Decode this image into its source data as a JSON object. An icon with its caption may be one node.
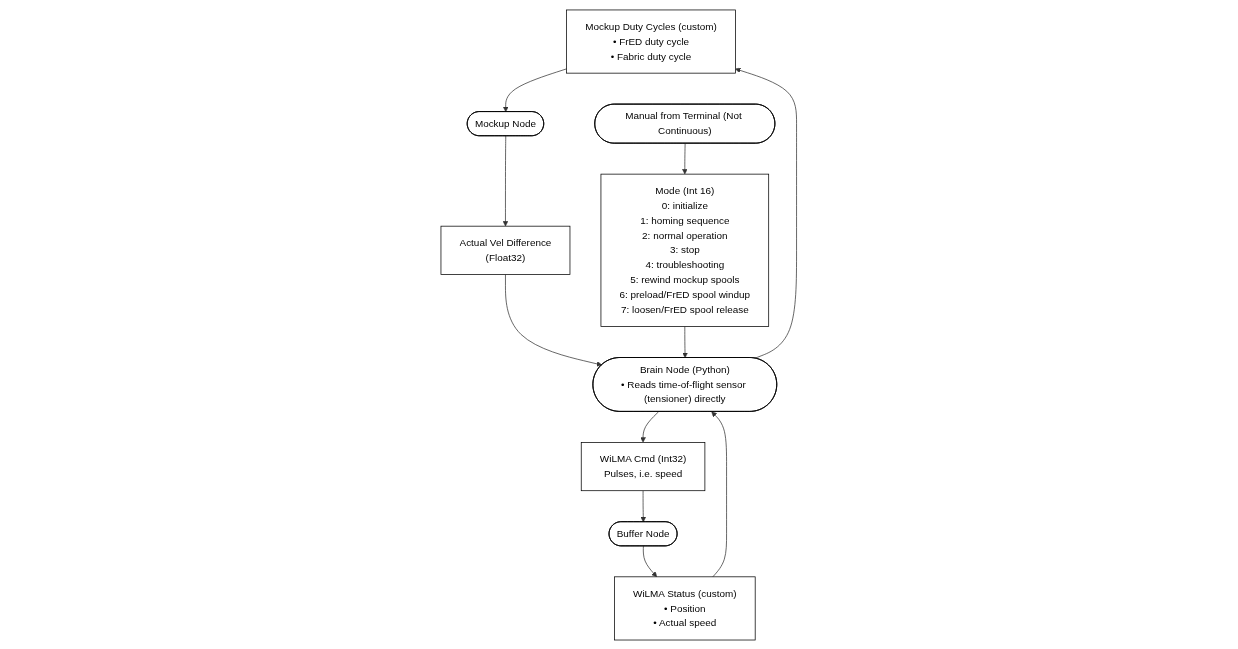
{
  "diagram": {
    "nodes": [
      {
        "text": [
          "Mockup Duty Cycles (custom)",
          "• FrED duty cycle",
          "• Fabric duty cycle"
        ]
      },
      {
        "text": [
          "Mockup Node"
        ]
      },
      {
        "text": [
          "Manual from Terminal (Not Continuous)"
        ]
      },
      {
        "text": [
          "Actual Vel Difference",
          "(Float32)"
        ]
      },
      {
        "text": [
          "Mode (Int 16)",
          "0: initialize",
          "1: homing sequence",
          "2: normal operation",
          "3: stop",
          "4: troubleshooting",
          "5: rewind mockup spools",
          "6: preload/FrED spool windup",
          "7: loosen/FrED spool release"
        ]
      },
      {
        "text": [
          "Brain Node (Python)",
          "• Reads time-of-flight sensor (tensioner) directly"
        ]
      },
      {
        "text": [
          "WiLMA Status (custom)",
          "• Position",
          "• Actual speed"
        ]
      },
      {
        "text": [
          "WiLMA Cmd (Int32)",
          "Pulses, i.e. speed"
        ]
      },
      {
        "text": [
          "Buffer Node"
        ]
      }
    ],
    "edges": [
      {
        "from": 0,
        "to": 1,
        "arrow": "to"
      },
      {
        "from": 1,
        "to": 3,
        "arrow": "to"
      },
      {
        "from": 2,
        "to": 4,
        "arrow": "to"
      },
      {
        "from": 3,
        "to": 5,
        "arrow": "to"
      },
      {
        "from": 4,
        "to": 5,
        "arrow": "to"
      },
      {
        "from": 5,
        "to": 0,
        "arrow": "to"
      },
      {
        "from": 5,
        "to": 7,
        "arrow": "to"
      },
      {
        "from": 7,
        "to": 8,
        "arrow": "to"
      },
      {
        "from": 8,
        "to": 6,
        "arrow": "to"
      },
      {
        "from": 6,
        "to": 5,
        "arrow": "to"
      }
    ]
  }
}
